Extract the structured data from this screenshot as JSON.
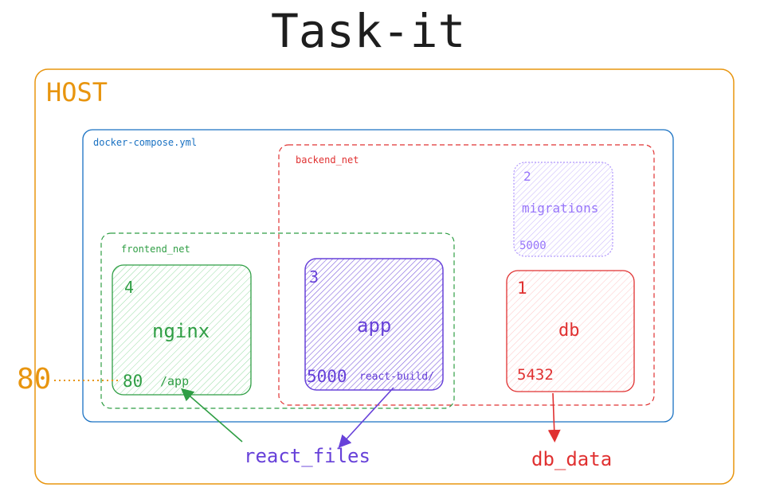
{
  "title": "Task-it",
  "host": {
    "label": "HOST"
  },
  "compose": {
    "label": "docker-compose.yml"
  },
  "networks": {
    "backend": {
      "label": "backend_net"
    },
    "frontend": {
      "label": "frontend_net"
    }
  },
  "services": {
    "migrations": {
      "order": "2",
      "name": "migrations",
      "port": "5000"
    },
    "nginx": {
      "order": "4",
      "name": "nginx",
      "port": "80",
      "mount": "/app"
    },
    "app": {
      "order": "3",
      "name": "app",
      "port": "5000",
      "mount": "react-build/"
    },
    "db": {
      "order": "1",
      "name": "db",
      "port": "5432"
    }
  },
  "host_port": "80",
  "volumes": {
    "react_files": "react_files",
    "db_data": "db_data"
  },
  "colors": {
    "title": "#1e1e1e",
    "host": "#e8950f",
    "compose": "#1971c2",
    "backend": "#e03131",
    "frontend": "#2f9e44",
    "app": "#6741d9",
    "migrations": "#9775fa",
    "db": "#e03131"
  }
}
